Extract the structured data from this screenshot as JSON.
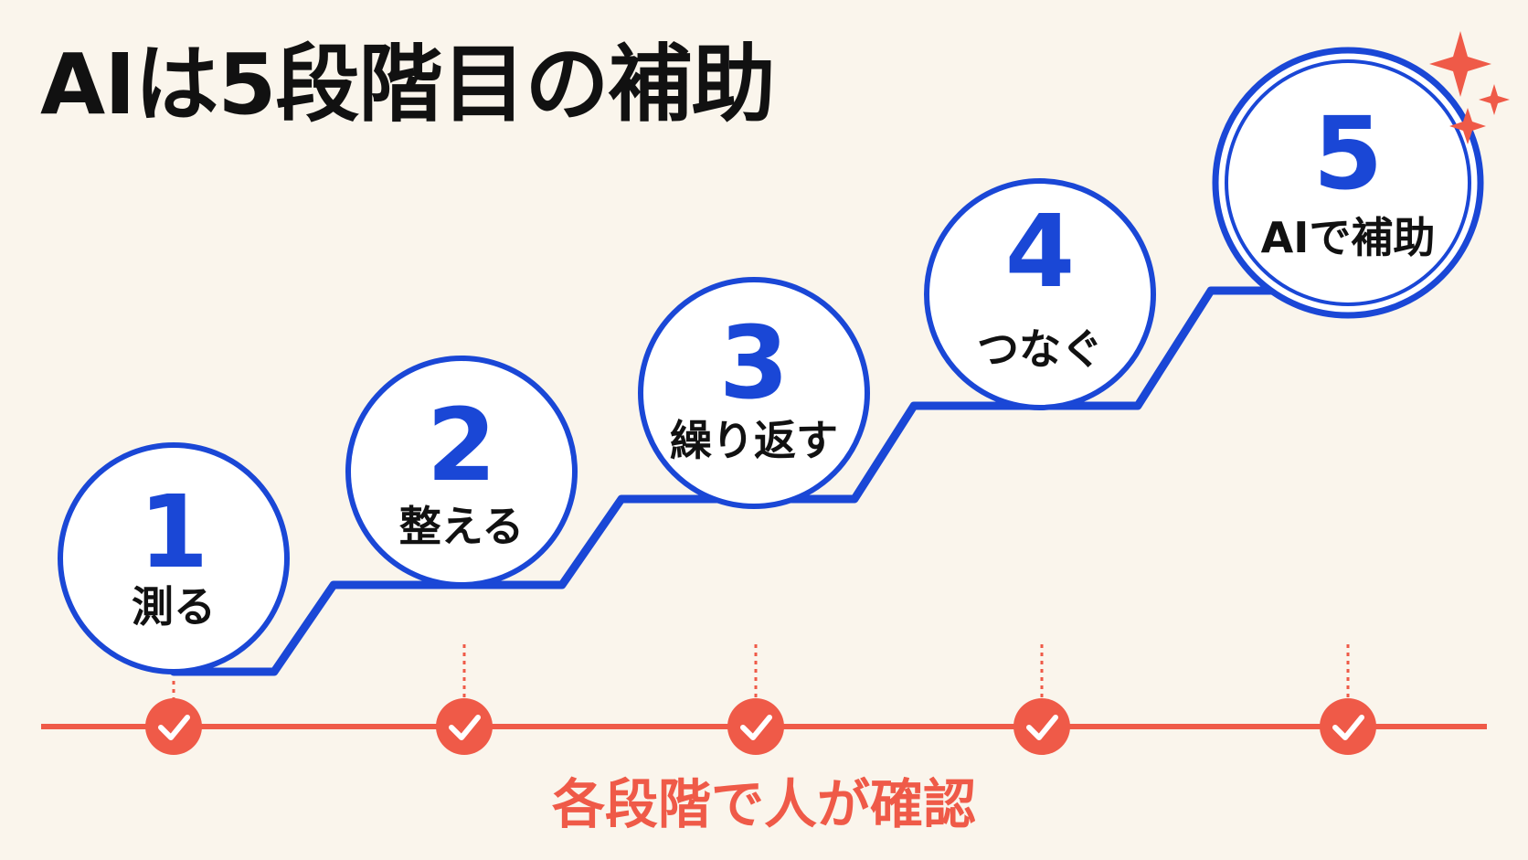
{
  "title": "AIは5段階目の補助",
  "steps": [
    {
      "number": "1",
      "label": "測る"
    },
    {
      "number": "2",
      "label": "整える"
    },
    {
      "number": "3",
      "label": "繰り返す"
    },
    {
      "number": "4",
      "label": "つなぐ"
    },
    {
      "number": "5",
      "label": "AIで補助"
    }
  ],
  "checkpoint_count": 5,
  "check_caption": "各段階で人が確認",
  "colors": {
    "background": "#faf5ec",
    "step_blue": "#1a47d6",
    "check_red": "#ef5a48",
    "sparkle_red": "#ef5a48",
    "text_dark": "#111111"
  },
  "icons": {
    "check": "check-circle-icon",
    "sparkle": "sparkle-icon"
  }
}
